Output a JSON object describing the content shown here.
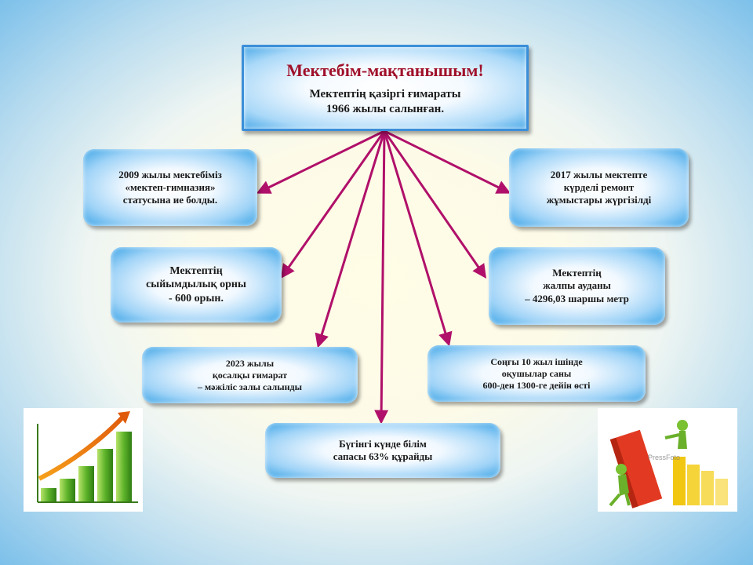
{
  "title": {
    "heading": "Мектебім-мақтанышым!",
    "line1": "Мектептің қазіргі ғимараты",
    "line2": "1966 жылы салынған."
  },
  "facts": {
    "gymnasium": [
      "2009 жылы мектебіміз",
      "«мектеп-гимназия»",
      "статусына ие болды."
    ],
    "renovation": [
      "2017 жылы мектепте",
      "күрделі ремонт",
      "жұмыстары жүргізілді"
    ],
    "capacity": [
      "Мектептің",
      "сыйымдылық орны",
      "- 600 орын."
    ],
    "area": [
      "Мектептің",
      "жалпы ауданы",
      "– 4296,03 шаршы  метр"
    ],
    "annex": [
      "2023 жылы",
      "қосалқы ғимарат",
      "– мәжіліс залы салынды"
    ],
    "students": [
      "Соңғы 10 жыл ішінде",
      "оқушылар саны",
      "600-ден 1300-ге дейін өсті"
    ],
    "quality": [
      "Бүгінгі күнде білім",
      "сапасы 63% құрайды"
    ]
  },
  "watermark": "PressFoto",
  "colors": {
    "arrow": "#b0106a",
    "heading": "#a0102a",
    "box_edge": "#3aa3e6"
  }
}
